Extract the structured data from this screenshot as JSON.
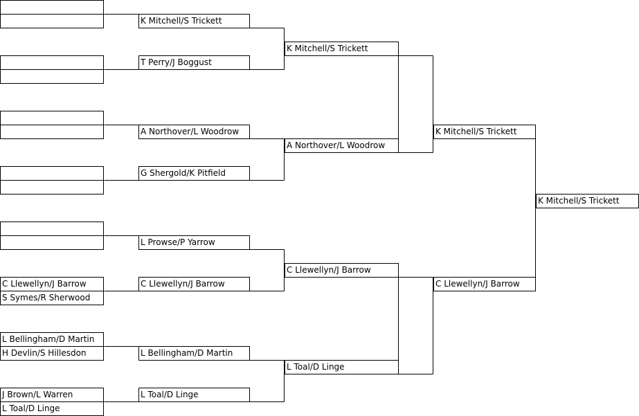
{
  "bracket": {
    "round1": [
      "",
      "",
      "",
      "",
      "",
      "",
      "",
      "",
      "",
      "",
      "C Llewellyn/J Barrow",
      "S Symes/R Sherwood",
      "L Bellingham/D Martin",
      "H Devlin/S Hillesdon",
      "J Brown/L Warren",
      "L Toal/D Linge"
    ],
    "round2": [
      "K Mitchell/S Trickett",
      "T Perry/J Boggust",
      "A Northover/L Woodrow",
      "G Shergold/K Pitfield",
      "L Prowse/P Yarrow",
      "C Llewellyn/J Barrow",
      "L Bellingham/D Martin",
      "L Toal/D Linge"
    ],
    "quarterfinals": [
      "K Mitchell/S Trickett",
      "A Northover/L Woodrow",
      "C Llewellyn/J Barrow",
      "L Toal/D Linge"
    ],
    "semifinals": [
      "K Mitchell/S Trickett",
      "C Llewellyn/J Barrow"
    ],
    "winner": "K Mitchell/S Trickett"
  }
}
